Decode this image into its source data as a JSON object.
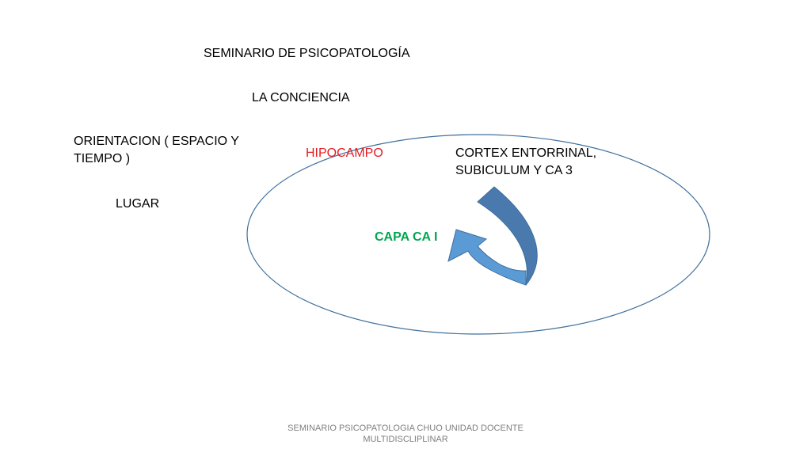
{
  "colors": {
    "ellipse_stroke": "#41719c",
    "hipocampo_text": "#e31b23",
    "capa_text": "#00a650",
    "arrow_light": "#5b9bd5",
    "arrow_dark": "#4a7aad",
    "footer_text": "#7f7f7f"
  },
  "slide": {
    "title": "SEMINARIO DE PSICOPATOLOGÍA",
    "subtitle": "LA  CONCIENCIA",
    "orientation": "ORIENTACION ( ESPACIO Y TIEMPO )",
    "place": "LUGAR"
  },
  "diagram": {
    "hipocampo": "HIPOCAMPO",
    "cortex": "CORTEX ENTORRINAL, SUBICULUM Y CA 3",
    "capa": "CAPA CA I",
    "arrow_icon": "curved-arrow-icon"
  },
  "footer": {
    "text": "SEMINARIO PSICOPATOLOGIA CHUO UNIDAD DOCENTE MULTIDISCLIPLINAR"
  }
}
